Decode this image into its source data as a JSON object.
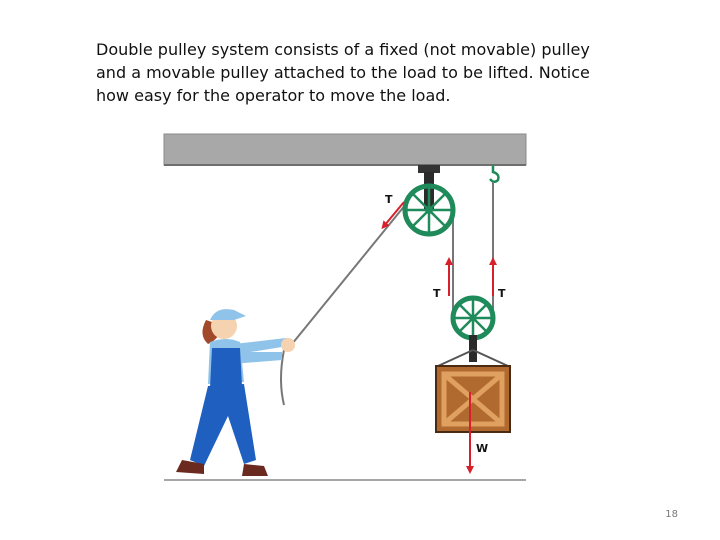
{
  "caption": {
    "lines": [
      "Double pulley system consists of a fixed (not movable) pulley",
      "and a movable pulley attached to the load to be lifted. Notice",
      "how easy for the operator to move the load."
    ]
  },
  "figure": {
    "labels": {
      "tension_rope": "T",
      "tension_left": "T",
      "tension_right": "T",
      "weight": "W"
    }
  },
  "colors": {
    "pulley": "#1f8a5a",
    "arrow": "#d8202a",
    "ceiling": "#a8a8a8",
    "crate": "#b06a30",
    "overalls": "#1f5fc0",
    "shirt": "#8fc3ea",
    "cap": "#8fc3ea",
    "hair": "#a04a2a"
  },
  "page_number": "18"
}
